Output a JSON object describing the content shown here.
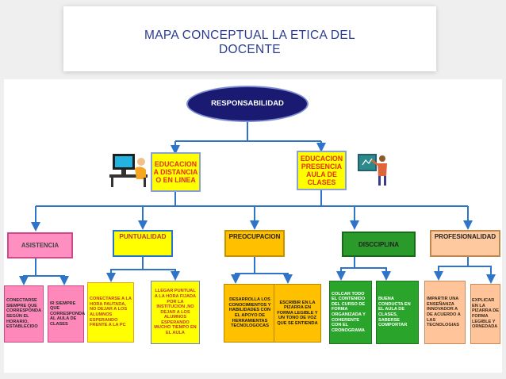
{
  "title": {
    "line1": "MAPA CONCEPTUAL  LA ETICA DEL",
    "line2": "DOCENTE"
  },
  "root": {
    "label": "RESPONSABILIDAD"
  },
  "level1": [
    {
      "label": "EDUCACION A DISTANCIA O EN LINEA",
      "illustration": "computer-user-icon"
    },
    {
      "label": "EDUCACION PRESENCIA AULA DE CLASES",
      "illustration": "teacher-classroom-icon"
    }
  ],
  "level2": [
    {
      "label": "ASISTENCIA"
    },
    {
      "label": "PUNTUALIDAD"
    },
    {
      "label": "PREOCUPACION"
    },
    {
      "label": "DISCCIPLINA"
    },
    {
      "label": "PROFESIONALIDAD"
    }
  ],
  "leaves": [
    {
      "label": "CONECTARSE SIEMPRE QUE CORRESPONDA SEGÚN EL HORARIO, ESTABLECIDO"
    },
    {
      "label": "IR SIEMPRE QUE CORRESPONDA AL AULA DE CLASES"
    },
    {
      "label": "CONECTARSE A LA HORA PAUTADA, NO DEJAR A LOS ALUMNOS ESPERANDO FRENTE A LA PC"
    },
    {
      "label": "LLEGAR PUNTUAL A LA HORA FIJADA POR LA INSTITUCION ,NO DEJAR A LOS ALUMNOS ESPERANDO MUCHO TIEMPO EN EL AULA"
    },
    {
      "label": "DESARROLLA LOS CONOCIMIENTOS Y HABILIDADES CON EL APOYO DE HERRAMIENTAS TECNOLOGOCAS"
    },
    {
      "label": "ESCRIBIR EN LA PIZARRA EN FORMA LEGIBLE Y UN TONO DE VOZ QUE SE ENTIENDA"
    },
    {
      "label": "COLCAR TODO EL CONTENIDO DEL CURSO DE FORMA ORGANIZADA Y COHERENTE CON EL CRONOGRAMA"
    },
    {
      "label": "BUENA CONDUCTA EN EL AULA DE CLASES, SABERSE COMPORTAR"
    },
    {
      "label": "IMPARTIR UNA ENSEÑANZA INNOVADOR A DE ACUERDO A LAS TECNOLOGIAS"
    },
    {
      "label": "EXPLICAR EN LA PIZARRA DE FORMA LEGIBLE Y ORNEDADA"
    }
  ],
  "colors": {
    "title_text": "#2a3b8f",
    "root_fill": "#1a1a72",
    "level1_fill": "#ffff00",
    "connector": "#2e74c8"
  }
}
